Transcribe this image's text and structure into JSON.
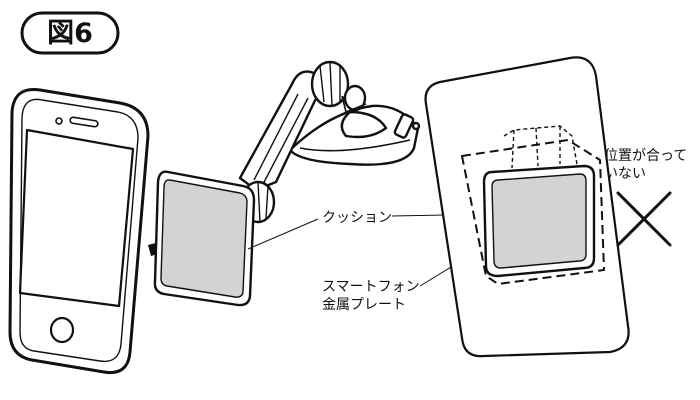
{
  "figure_label": "図6",
  "labels": {
    "cushion": "クッション",
    "plate_line1": "スマートフォン",
    "plate_line2": "金属プレート",
    "misaligned_line1": "位置が合って",
    "misaligned_line2": "いない",
    "wrong_mark": "×"
  },
  "colors": {
    "outline": "#111111",
    "cushion_fill": "#d3d3d3",
    "background": "#ffffff"
  }
}
